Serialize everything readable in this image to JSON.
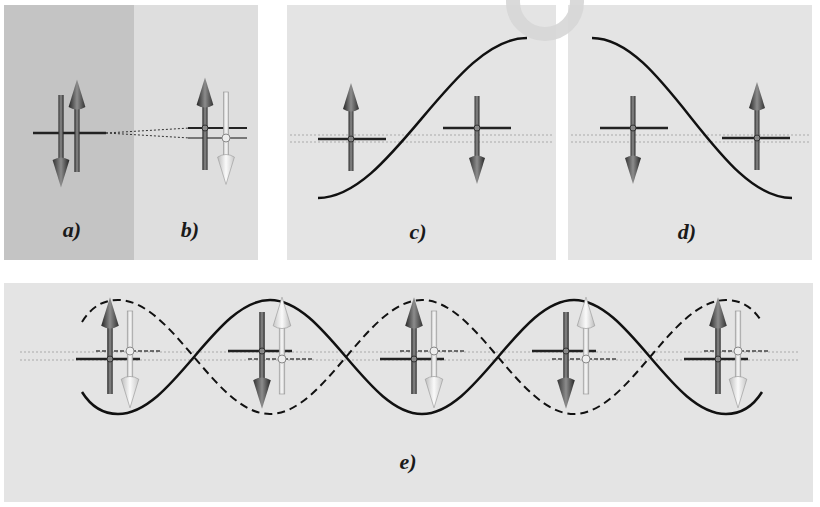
{
  "diagram": {
    "nodes": [
      {
        "text": [
          "a)"
        ]
      },
      {
        "text": [
          "b)"
        ]
      },
      {
        "text": [
          "c)"
        ]
      },
      {
        "text": [
          "d)"
        ]
      },
      {
        "text": [
          "e)"
        ]
      }
    ]
  }
}
